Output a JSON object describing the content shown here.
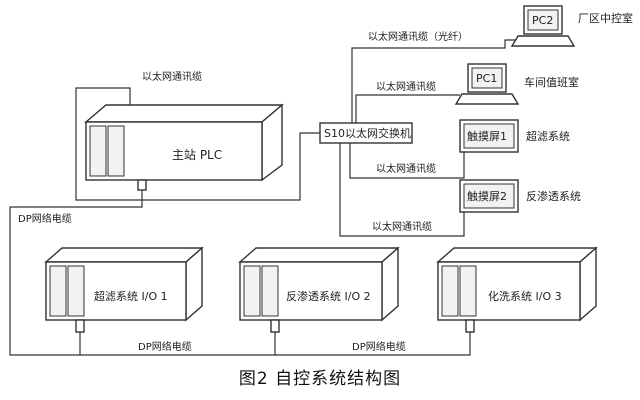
{
  "caption": "图2  自控系统结构图",
  "plc_label": "主站 PLC",
  "switch_label": "S10以太网交换机",
  "pc2_screen": "PC2",
  "pc2_room": "厂区中控室",
  "pc1_screen": "PC1",
  "pc1_room": "车间值班室",
  "touch1_label": "触摸屏1",
  "touch1_system": "超滤系统",
  "touch2_label": "触摸屏2",
  "touch2_system": "反渗透系统",
  "eth_fiber": "以太网通讯缆（光纤）",
  "eth_plc": "以太网通讯缆",
  "eth_pc1": "以太网通讯缆",
  "eth_touch1": "以太网通讯缆",
  "eth_touch2": "以太网通讯缆",
  "dp_top": "DP网络电缆",
  "dp_bottom_left": "DP网络电缆",
  "dp_bottom_right": "DP网络电缆",
  "io1_label": "超滤系统 I/O 1",
  "io2_label": "反渗透系统 I/O 2",
  "io3_label": "化洗系统 I/O 3"
}
